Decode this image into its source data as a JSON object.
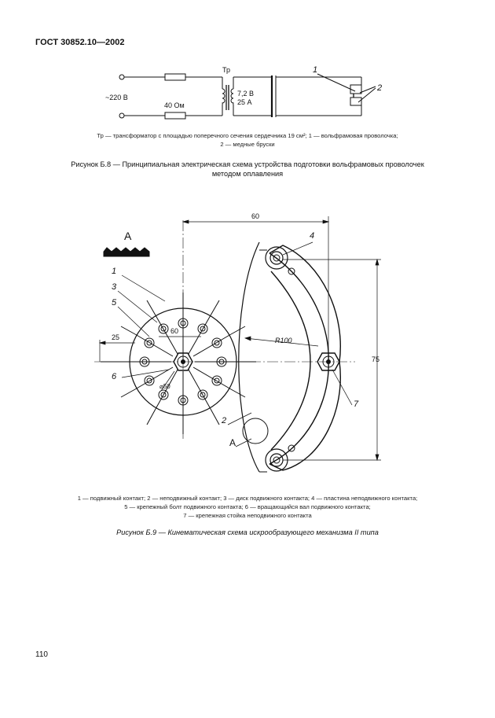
{
  "header": {
    "doc_id": "ГОСТ 30852.10—2002"
  },
  "figure_b8": {
    "supply_label": "~220 В",
    "resistor_label": "40 Ом",
    "transformer_label": "Тр",
    "secondary_voltage": "7,2 В",
    "secondary_current": "25 А",
    "callout_1": "1",
    "callout_2": "2",
    "caption_line1": "Тр — трансформатор с площадью поперечного сечения сердечника 19 см²; 1 — вольфрамовая проволочка;",
    "caption_line2": "2 — медные бруски",
    "title_line1": "Рисунок Б.8 — Принципиальная электрическая схема устройства подготовки вольфрамовых проволочек",
    "title_line2": "методом оплавления"
  },
  "figure_b9": {
    "view_label": "А",
    "view_label_ref": "А",
    "dim_60_top": "60",
    "dim_60_disk": "60",
    "dim_25": "25",
    "dim_75": "75",
    "dim_r100": "R100",
    "dim_d50": "⌀50",
    "callout_1": "1",
    "callout_2": "2",
    "callout_3": "3",
    "callout_4": "4",
    "callout_5": "5",
    "callout_6": "6",
    "callout_7": "7",
    "caption_line1": "1 — подвижный контакт; 2 — неподвижный контакт; 3 — диск подвижного контакта; 4 — пластина неподвижного контакта;",
    "caption_line2": "5 — крепежный болт подвижного контакта; 6 — вращающийся вал подвижного контакта;",
    "caption_line3": "7 — крепежная стойка неподвижного контакта",
    "title": "Рисунок Б.9 — Кинематическая схема искрообразующего механизма II типа"
  },
  "page_number": "110"
}
